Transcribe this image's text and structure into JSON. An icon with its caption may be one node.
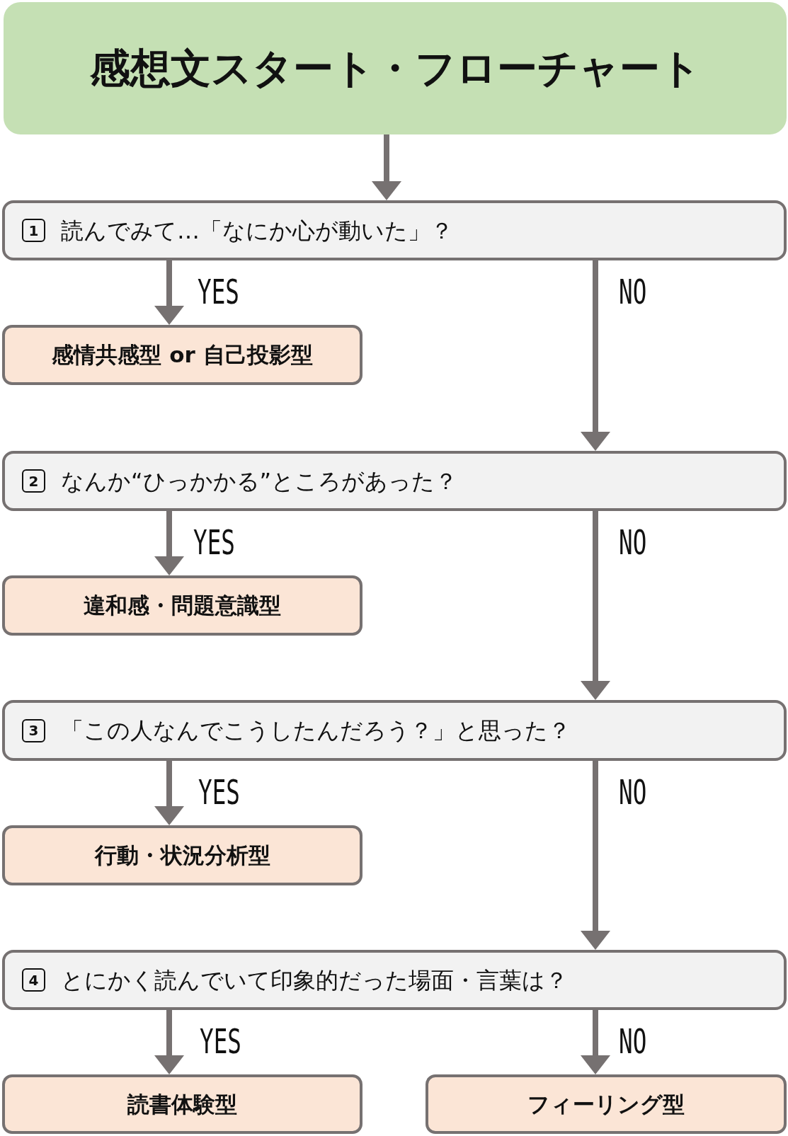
{
  "diagram": {
    "nodes": [
      {
        "text": [
          "感想文スタート・フローチャート"
        ]
      },
      {
        "text": [
          "1",
          "読んでみて…「なにか心が動いた」？"
        ]
      },
      {
        "text": [
          "感情共感型 or 自己投影型"
        ]
      },
      {
        "text": [
          "2",
          "なんか“ひっかかる”ところがあった？"
        ]
      },
      {
        "text": [
          "違和感・問題意識型"
        ]
      },
      {
        "text": [
          "3",
          "「この人なんでこうしたんだろう？」と思った？"
        ]
      },
      {
        "text": [
          "行動・状況分析型"
        ]
      },
      {
        "text": [
          "4",
          "とにかく読んでいて印象的だった場面・言葉は？"
        ]
      },
      {
        "text": [
          "読書体験型"
        ]
      },
      {
        "text": [
          "フィーリング型"
        ]
      }
    ],
    "edges": [
      {
        "from": 0,
        "to": 1,
        "arrow": "to"
      },
      {
        "from": 1,
        "to": 2,
        "arrow": "to",
        "label": "YES"
      },
      {
        "from": 1,
        "to": 3,
        "arrow": "to",
        "label": "NO"
      },
      {
        "from": 3,
        "to": 4,
        "arrow": "to",
        "label": "YES"
      },
      {
        "from": 3,
        "to": 5,
        "arrow": "to",
        "label": "NO"
      },
      {
        "from": 5,
        "to": 6,
        "arrow": "to",
        "label": "YES"
      },
      {
        "from": 5,
        "to": 7,
        "arrow": "to",
        "label": "NO"
      },
      {
        "from": 7,
        "to": 8,
        "arrow": "to",
        "label": "YES"
      },
      {
        "from": 7,
        "to": 9,
        "arrow": "to",
        "label": "NO"
      }
    ]
  }
}
